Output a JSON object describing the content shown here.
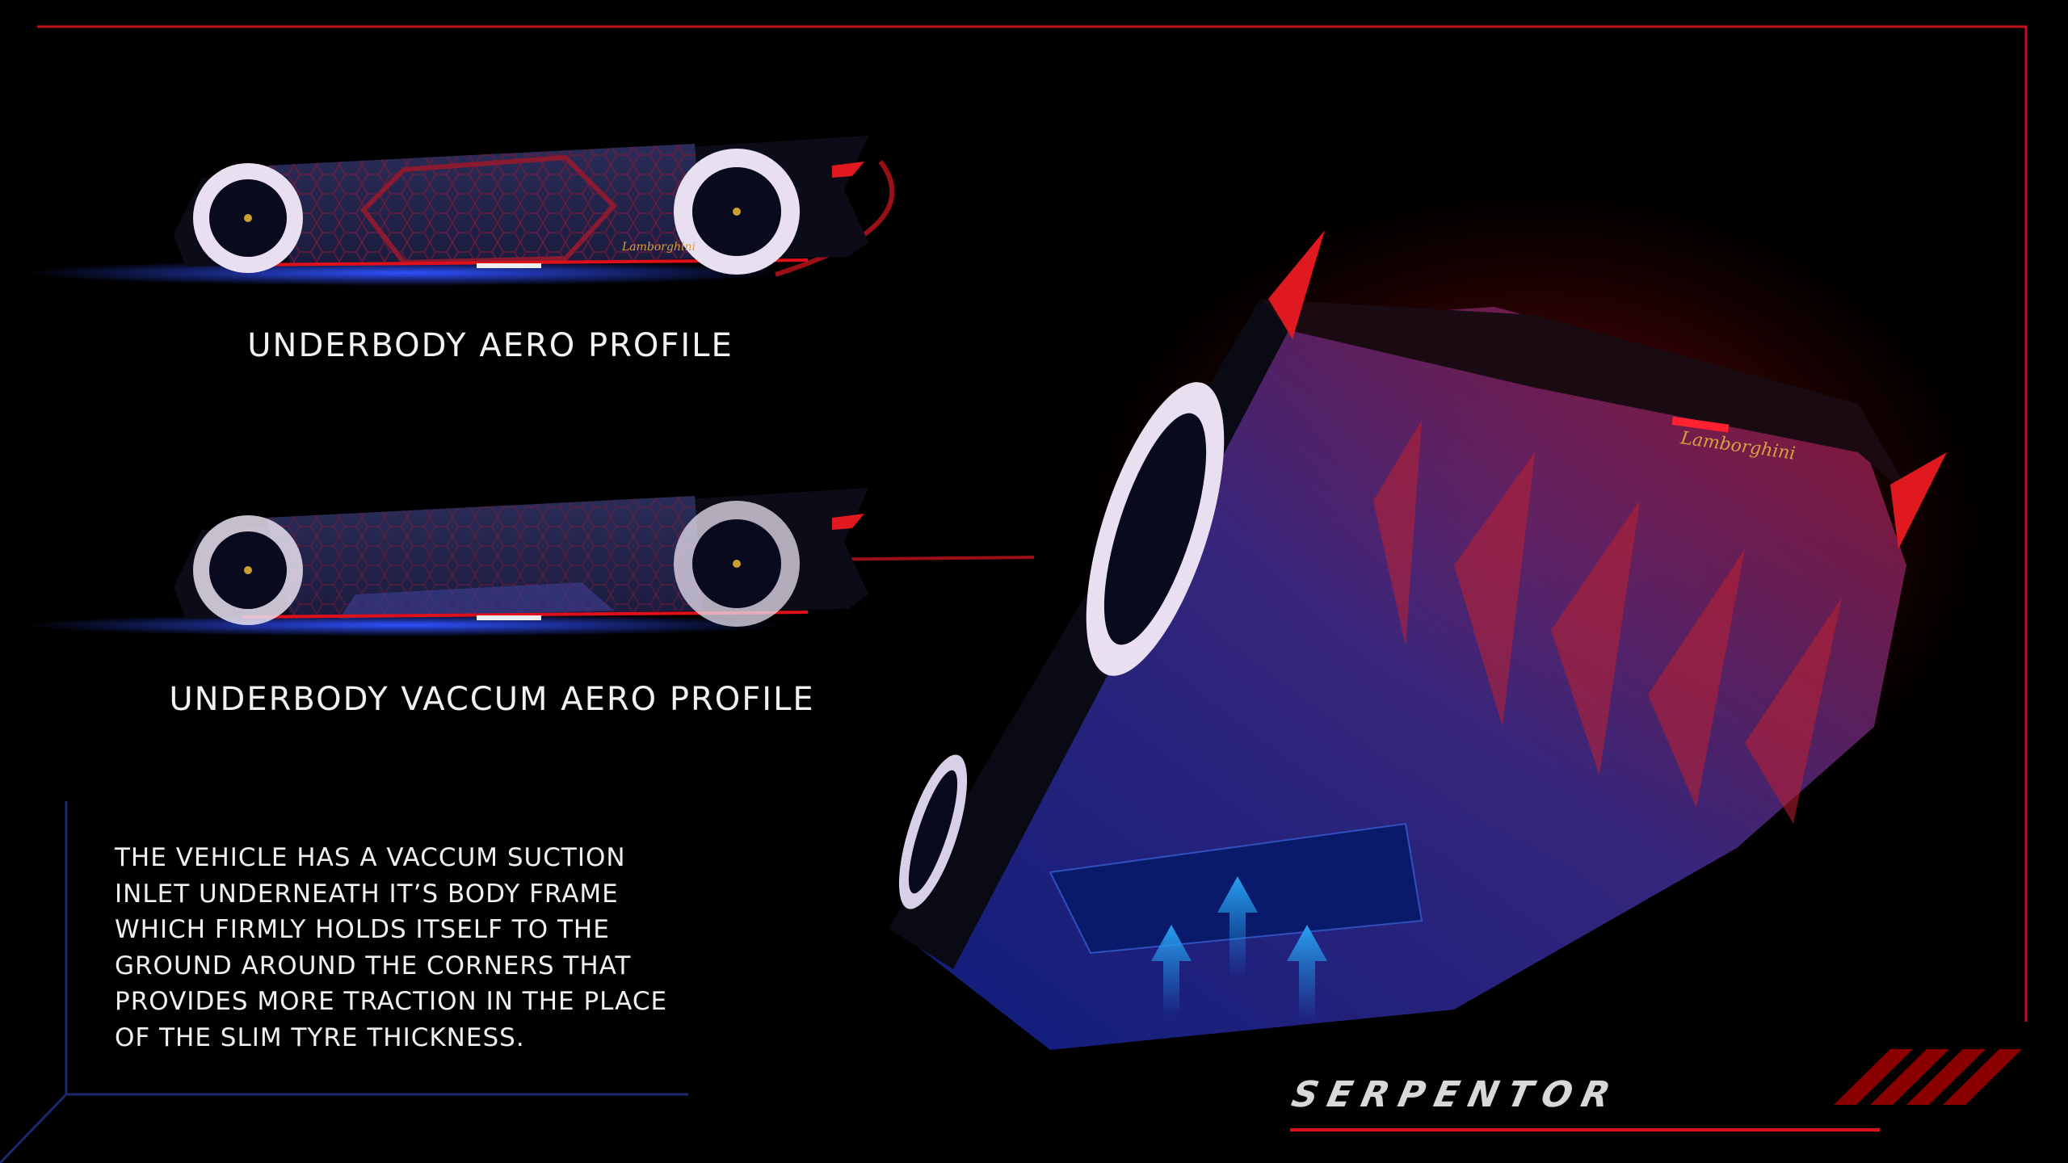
{
  "labels": {
    "profile_1": "UNDERBODY AERO PROFILE",
    "profile_2": "UNDERBODY VACCUM AERO PROFILE"
  },
  "description": [
    "THE VEHICLE HAS A VACCUM SUCTION",
    "INLET UNDERNEATH IT’S BODY FRAME",
    "WHICH FIRMLY HOLDS ITSELF TO THE",
    "GROUND AROUND THE CORNERS THAT",
    "PROVIDES MORE TRACTION IN THE PLACE",
    "OF THE SLIM TYRE THICKNESS."
  ],
  "brand": {
    "name": "SERPENTOR",
    "maker": "Lamborghini"
  },
  "colors": {
    "frame_red": "#c4121a",
    "frame_blue": "#1a2a6e",
    "stripes": "#8a0000",
    "underglow_blue": "#1e3cff"
  }
}
